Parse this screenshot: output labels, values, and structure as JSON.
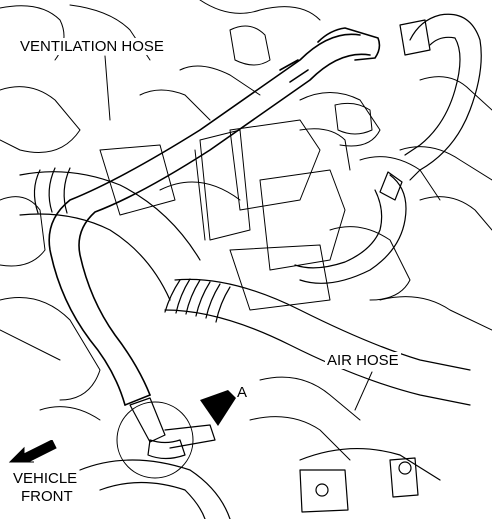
{
  "labels": {
    "ventilation_hose": "VENTILATION HOSE",
    "air_hose": "AIR HOSE",
    "callout_a": "A",
    "vehicle_line1": "VEHICLE",
    "vehicle_line2": "FRONT"
  },
  "style": {
    "line_color": "#000000",
    "background": "#ffffff"
  }
}
